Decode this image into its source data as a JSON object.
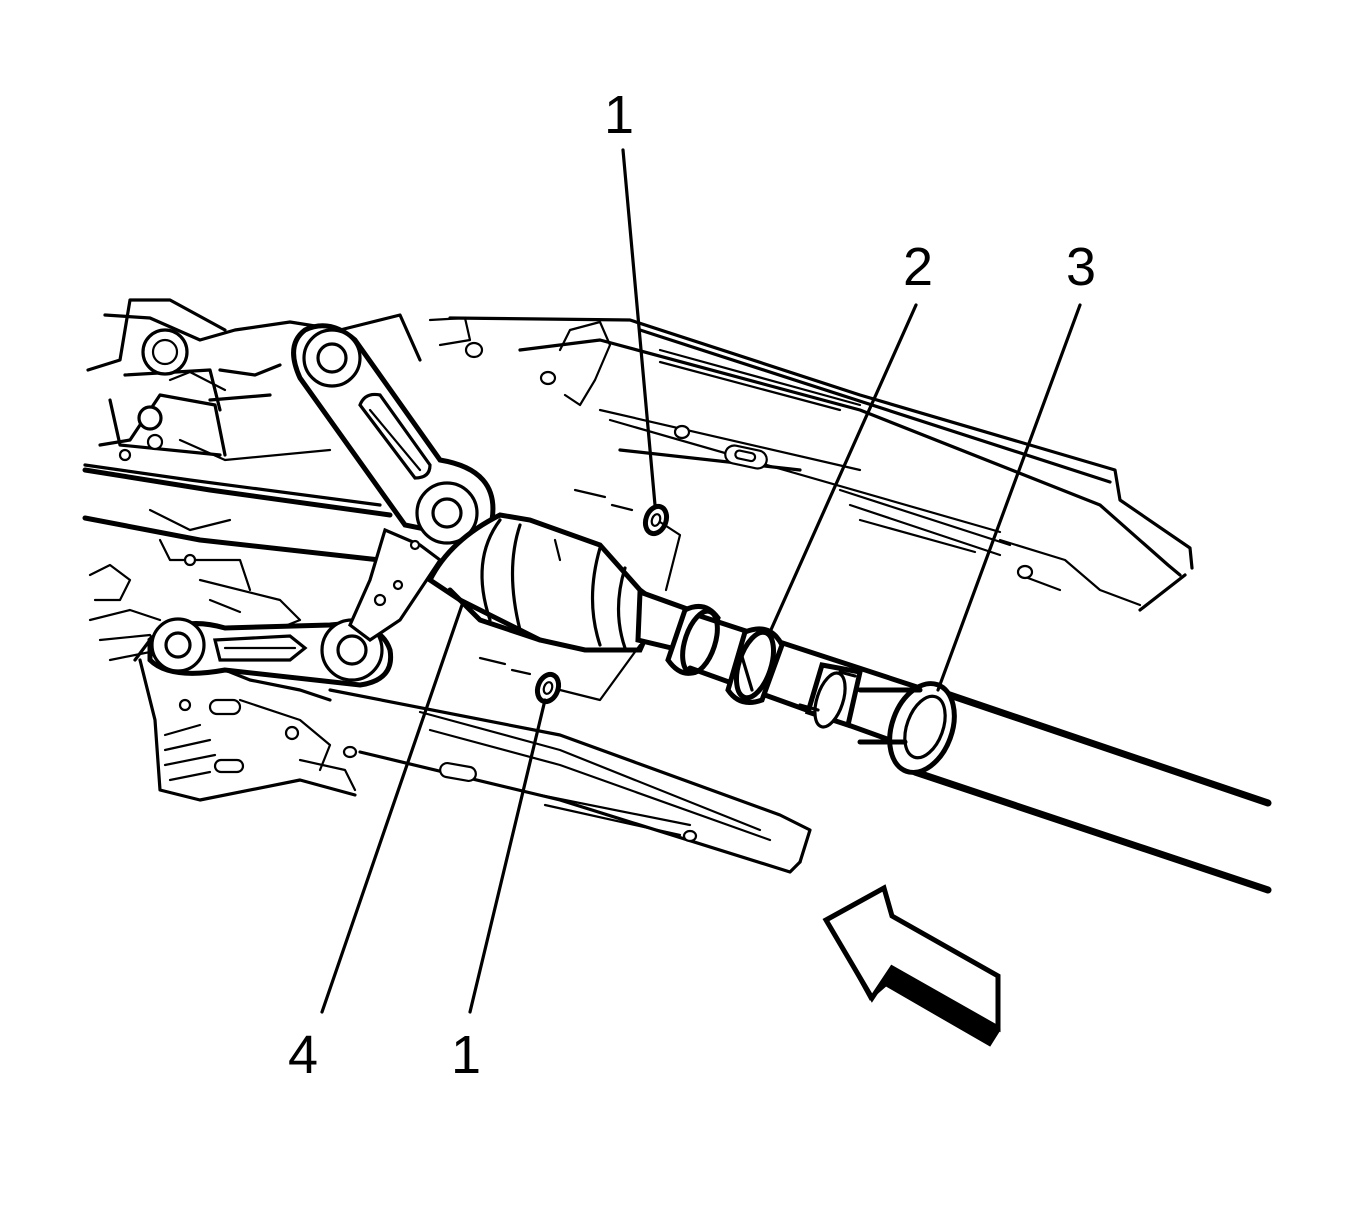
{
  "callouts": [
    {
      "id": "callout-1-top",
      "label": "1"
    },
    {
      "id": "callout-2",
      "label": "2"
    },
    {
      "id": "callout-3",
      "label": "3"
    },
    {
      "id": "callout-4",
      "label": "4"
    },
    {
      "id": "callout-1-bottom",
      "label": "1"
    }
  ],
  "colors": {
    "line": "#000000",
    "background": "#ffffff"
  }
}
